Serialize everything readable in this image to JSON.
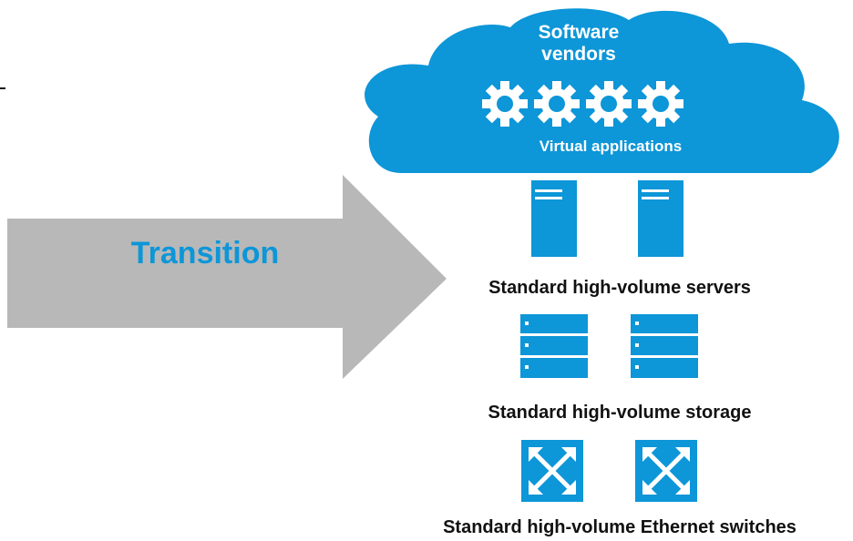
{
  "colors": {
    "accent": "#0d96d8",
    "arrow": "#b8b8b8",
    "text": "#111111"
  },
  "cloud": {
    "title_line1": "Software",
    "title_line2": "vendors",
    "caption": "Virtual applications",
    "gear_icons": [
      "gear-icon",
      "gear-icon",
      "gear-icon",
      "gear-icon"
    ]
  },
  "arrow": {
    "label": "Transition"
  },
  "rows": {
    "servers_label": "Standard high-volume servers",
    "storage_label": "Standard high-volume storage",
    "switches_label": "Standard high-volume Ethernet switches"
  },
  "icons": {
    "server": "server-icon",
    "storage": "storage-icon",
    "switch": "network-switch-icon"
  }
}
